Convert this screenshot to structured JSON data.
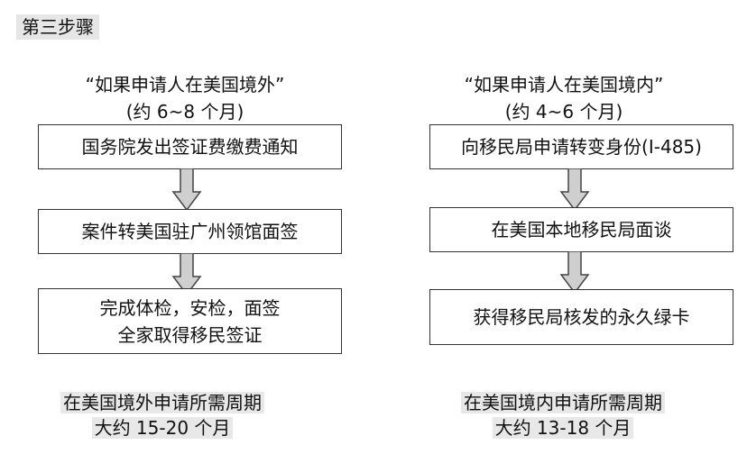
{
  "step_title": "第三步骤",
  "left": {
    "heading": "“如果申请人在美国境外”",
    "duration": "(约 6~8 个月)",
    "steps": [
      {
        "lines": [
          "国务院发出签证费缴费通知"
        ]
      },
      {
        "lines": [
          "案件转美国驻广州领馆面签"
        ]
      },
      {
        "lines": [
          "完成体检，安检，面签",
          "全家取得移民签证"
        ]
      }
    ],
    "summary_line1": "在美国境外申请所需周期",
    "summary_line2": "大约 15-20 个月"
  },
  "right": {
    "heading": "“如果申请人在美国境内”",
    "duration": "(约 4~6 个月)",
    "steps": [
      {
        "lines": [
          "向移民局申请转变身份(I-485)"
        ]
      },
      {
        "lines": [
          "在美国本地移民局面谈"
        ]
      },
      {
        "lines": [
          "获得移民局核发的永久绿卡"
        ]
      }
    ],
    "summary_line1": "在美国境内申请所需周期",
    "summary_line2": "大约 13-18 个月"
  },
  "colors": {
    "arrow_fill": "#cfcfcf",
    "arrow_stroke": "#444444",
    "highlight": "#e8e8e8"
  }
}
